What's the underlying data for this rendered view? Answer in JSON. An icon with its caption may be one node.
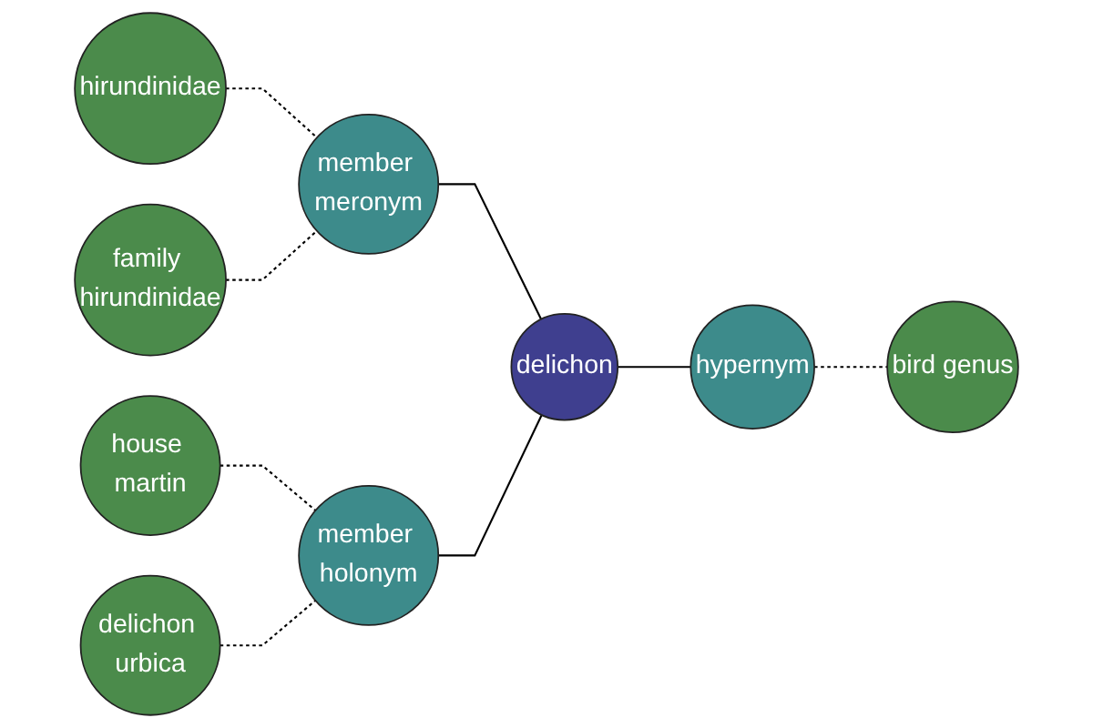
{
  "diagram": {
    "nodes": [
      {
        "text": [
          "hirundinidae"
        ]
      },
      {
        "text": [
          "family hirundinidae"
        ]
      },
      {
        "text": [
          "member meronym"
        ]
      },
      {
        "text": [
          "delichon"
        ]
      },
      {
        "text": [
          "hypernym"
        ]
      },
      {
        "text": [
          "house martin"
        ]
      },
      {
        "text": [
          "member holonym"
        ]
      },
      {
        "text": [
          "bird genus"
        ]
      },
      {
        "text": [
          "delichon urbica"
        ]
      }
    ],
    "edges": [
      {
        "from": 0,
        "to": 2,
        "arrow": "none",
        "style": "dashed"
      },
      {
        "from": 1,
        "to": 2,
        "arrow": "none",
        "style": "dashed"
      },
      {
        "from": 2,
        "to": 3,
        "arrow": "none"
      },
      {
        "from": 5,
        "to": 6,
        "arrow": "none",
        "style": "dashed"
      },
      {
        "from": 8,
        "to": 6,
        "arrow": "none",
        "style": "dashed"
      },
      {
        "from": 6,
        "to": 3,
        "arrow": "none"
      },
      {
        "from": 3,
        "to": 4,
        "arrow": "none"
      },
      {
        "from": 4,
        "to": 7,
        "arrow": "none",
        "style": "dashed"
      }
    ]
  }
}
